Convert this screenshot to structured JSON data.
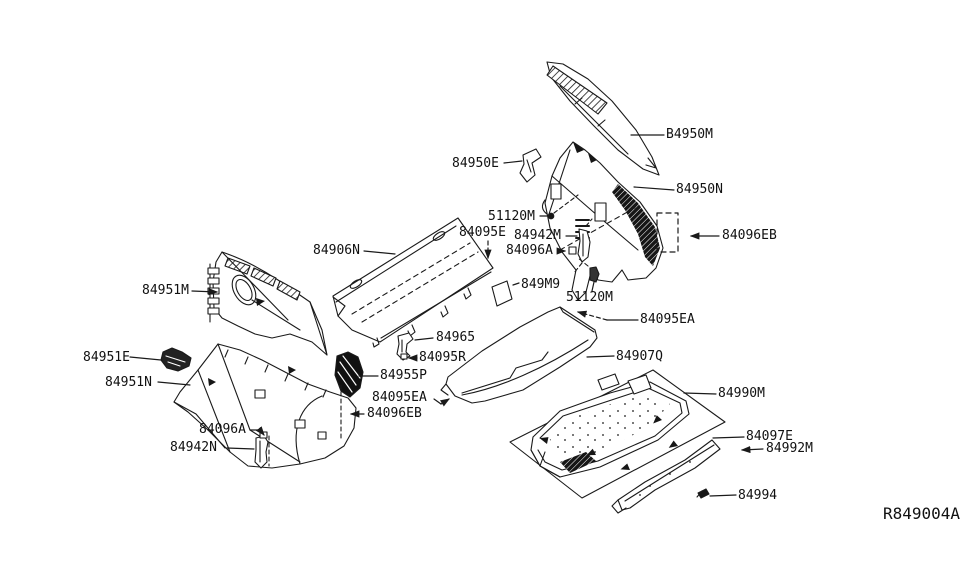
{
  "diagram": {
    "type": "auto-parts-exploded-diagram",
    "section": "trunk-luggage-room-trimming",
    "reference_code": "R849004A",
    "line_color": "#1a1a1a",
    "background_color": "#ffffff",
    "part_labels": [
      "B4950M",
      "84950E",
      "84950N",
      "51120M",
      "84095E",
      "84942M",
      "84096A",
      "84096EB",
      "84906N",
      "849M9",
      "51120M",
      "84951M",
      "84095EA",
      "84965",
      "84907Q",
      "84951E",
      "84095R",
      "84955P",
      "84951N",
      "84990M",
      "84095EA",
      "84096EB",
      "84097E",
      "84992M",
      "84096A",
      "84942N",
      "84994"
    ]
  }
}
